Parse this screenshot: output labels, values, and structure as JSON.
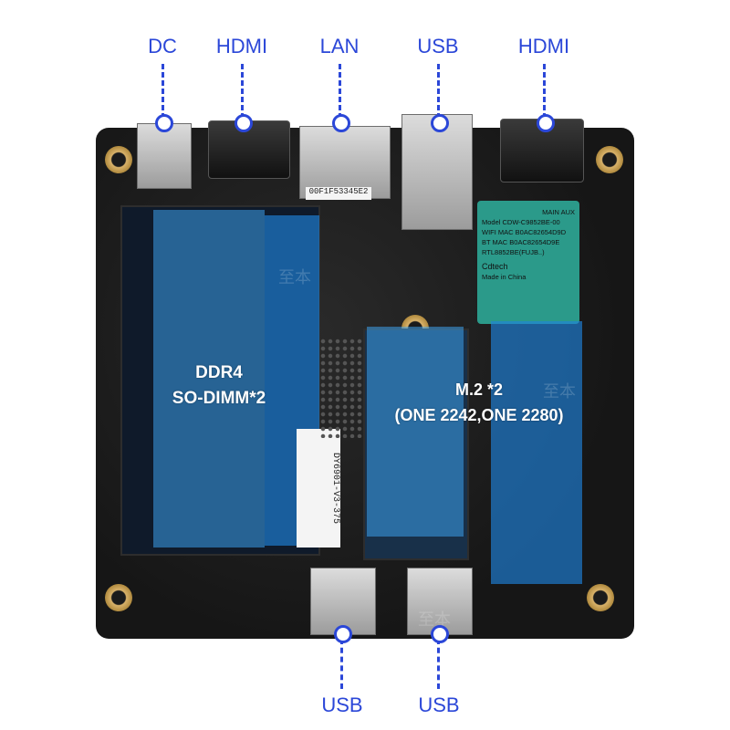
{
  "ports_top": [
    {
      "id": "dc",
      "label": "DC"
    },
    {
      "id": "hdmi-1",
      "label": "HDMI"
    },
    {
      "id": "lan",
      "label": "LAN"
    },
    {
      "id": "usb-top",
      "label": "USB"
    },
    {
      "id": "hdmi-2",
      "label": "HDMI"
    }
  ],
  "ports_bottom": [
    {
      "id": "usb-bottom-1",
      "label": "USB"
    },
    {
      "id": "usb-bottom-2",
      "label": "USB"
    }
  ],
  "ddr": {
    "line1": "DDR4",
    "line2": "SO-DIMM*2"
  },
  "m2": {
    "line1": "M.2 *2",
    "line2": "(ONE 2242,ONE 2280)"
  },
  "lan_sticker": "00F1F53345E2",
  "wifi_module": {
    "main": "MAIN",
    "aux": "AUX",
    "model": "Model CDW-C9852BE-00",
    "wifi_mac": "WIFI MAC B0AC82654D9D",
    "bt_mac": "BT MAC B0AC82654D9E",
    "chip": "RTL8852BE(FUJB..)",
    "brand": "Cdtech",
    "origin": "Made in China"
  },
  "barcode_sticker": "DY6901-V3-375",
  "watermark": "至本",
  "colors": {
    "accent": "#2b47d8",
    "overlay": "#1e82dc",
    "board": "#1a1a1a"
  }
}
